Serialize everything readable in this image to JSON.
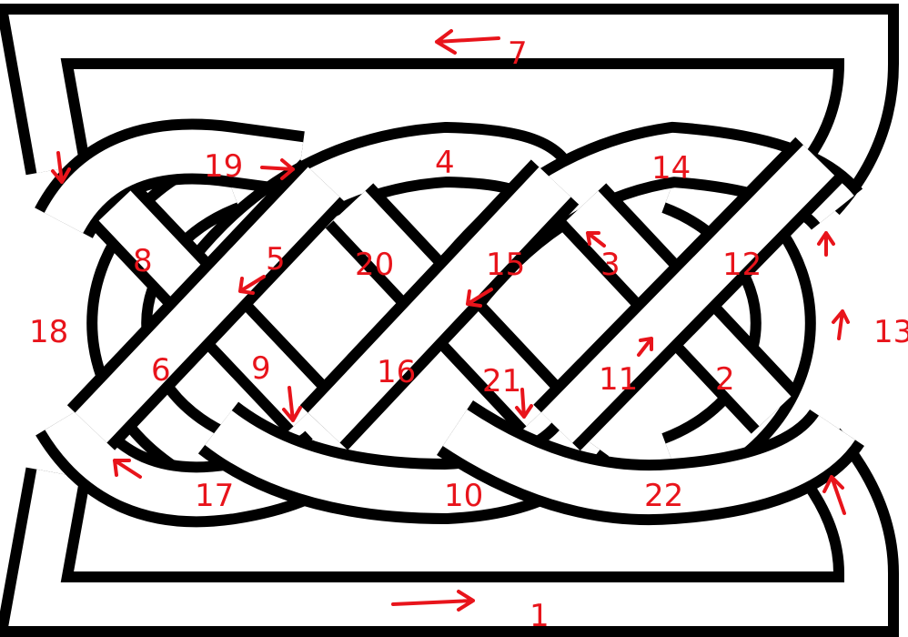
{
  "colors": {
    "band_outline": "#000000",
    "band_fill": "#ffffff",
    "annotation": "#e8141b"
  },
  "segment_labels": [
    {
      "id": "label-1",
      "text": "1"
    },
    {
      "id": "label-2",
      "text": "2"
    },
    {
      "id": "label-3",
      "text": "3"
    },
    {
      "id": "label-4",
      "text": "4"
    },
    {
      "id": "label-5",
      "text": "5"
    },
    {
      "id": "label-6",
      "text": "6"
    },
    {
      "id": "label-7",
      "text": "7"
    },
    {
      "id": "label-8",
      "text": "8"
    },
    {
      "id": "label-9",
      "text": "9"
    },
    {
      "id": "label-10",
      "text": "10"
    },
    {
      "id": "label-11",
      "text": "11"
    },
    {
      "id": "label-12",
      "text": "12"
    },
    {
      "id": "label-13",
      "text": "13"
    },
    {
      "id": "label-14",
      "text": "14"
    },
    {
      "id": "label-15",
      "text": "15"
    },
    {
      "id": "label-16",
      "text": "16"
    },
    {
      "id": "label-17",
      "text": "17"
    },
    {
      "id": "label-18",
      "text": "18"
    },
    {
      "id": "label-19",
      "text": "19"
    },
    {
      "id": "label-20",
      "text": "20"
    },
    {
      "id": "label-21",
      "text": "21"
    },
    {
      "id": "label-22",
      "text": "22"
    }
  ]
}
